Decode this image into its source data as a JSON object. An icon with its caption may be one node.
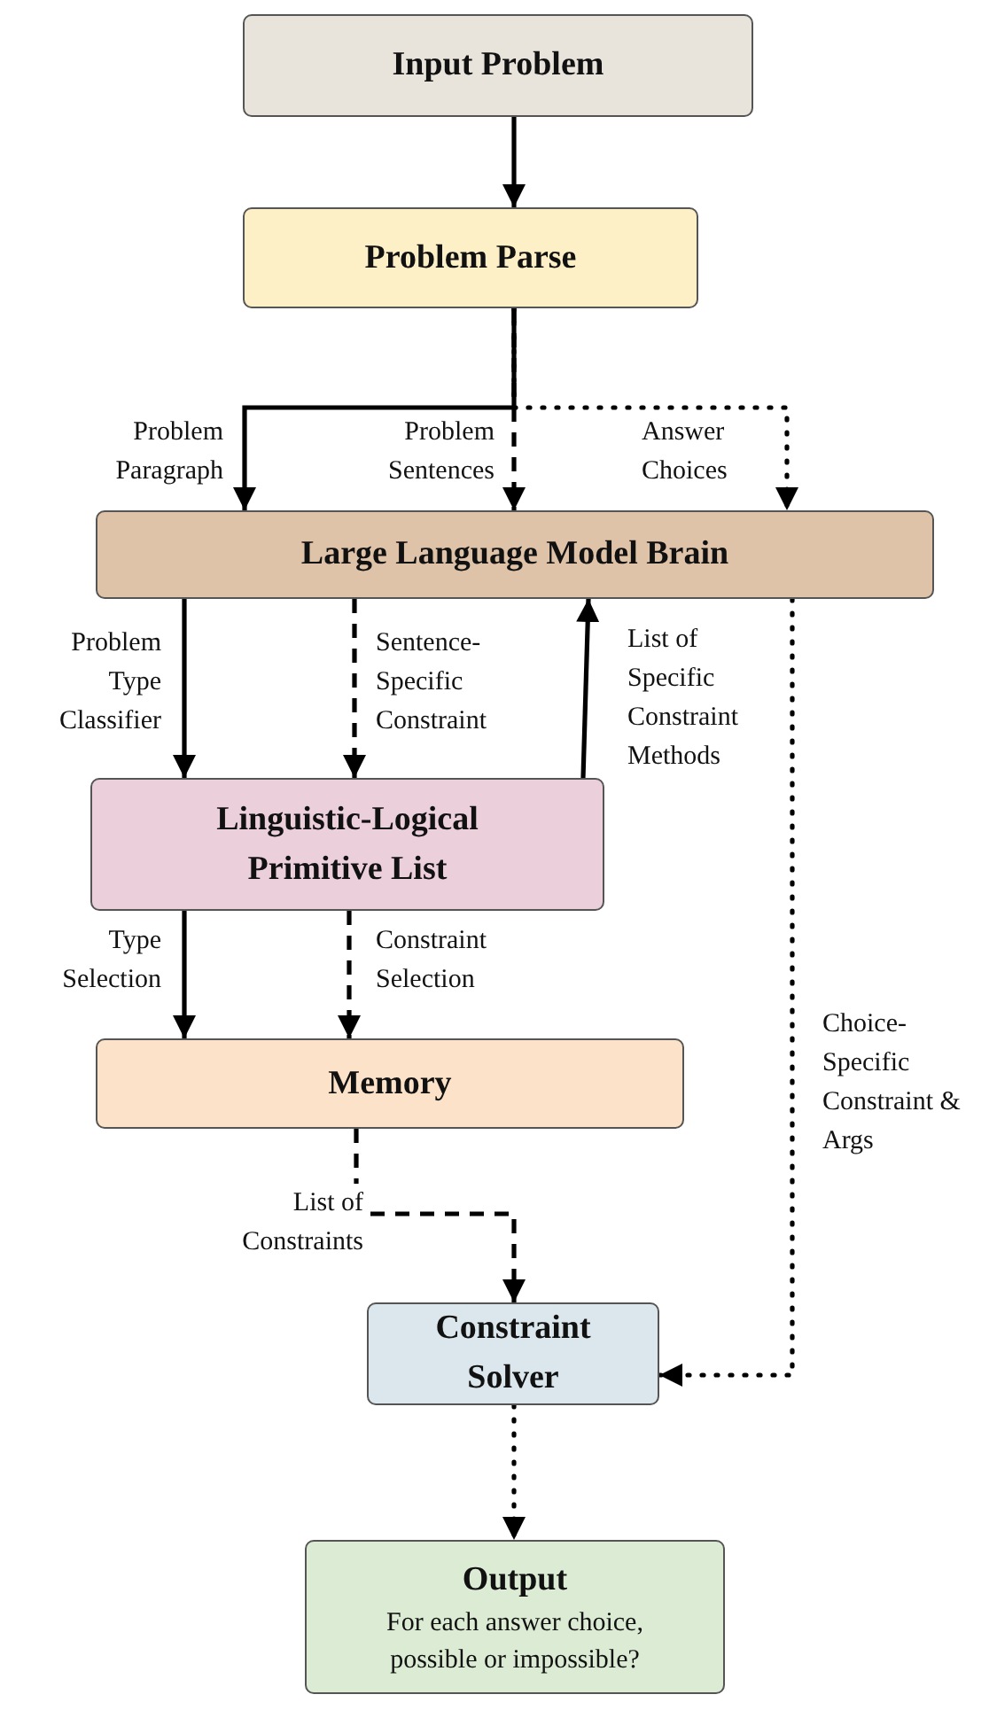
{
  "diagram": {
    "nodes": [
      {
        "text": [
          "Input Problem"
        ]
      },
      {
        "text": [
          "Problem Parse"
        ]
      },
      {
        "text": [
          "Large Language Model Brain"
        ]
      },
      {
        "text": [
          "Linguistic-Logical Primitive List"
        ]
      },
      {
        "text": [
          "Memory"
        ]
      },
      {
        "text": [
          "Constraint Solver"
        ]
      },
      {
        "text": [
          "Output",
          "For each answer choice, possible or impossible?"
        ]
      }
    ],
    "edges": [
      {
        "from": 0,
        "to": 1,
        "arrow": "to"
      },
      {
        "from": 1,
        "to": 2,
        "arrow": "to",
        "label": "Problem Paragraph"
      },
      {
        "from": 1,
        "to": 2,
        "arrow": "to",
        "label": "Problem Sentences",
        "style": "dashed"
      },
      {
        "from": 1,
        "to": 2,
        "arrow": "to",
        "label": "Answer Choices",
        "style": "dashed"
      },
      {
        "from": 2,
        "to": 3,
        "arrow": "to",
        "label": "Problem Type Classifier"
      },
      {
        "from": 2,
        "to": 3,
        "arrow": "to",
        "label": "Sentence-Specific Constraint",
        "style": "dashed"
      },
      {
        "from": 3,
        "to": 2,
        "arrow": "to",
        "label": "List of Specific Constraint Methods"
      },
      {
        "from": 3,
        "to": 4,
        "arrow": "to",
        "label": "Type Selection"
      },
      {
        "from": 3,
        "to": 4,
        "arrow": "to",
        "label": "Constraint Selection",
        "style": "dashed"
      },
      {
        "from": 4,
        "to": 5,
        "arrow": "to",
        "label": "List of Constraints",
        "style": "dashed"
      },
      {
        "from": 2,
        "to": 5,
        "arrow": "to",
        "label": "Choice-Specific Constraint & Args",
        "style": "dashed"
      },
      {
        "from": 5,
        "to": 6,
        "arrow": "to",
        "style": "dashed"
      }
    ]
  }
}
